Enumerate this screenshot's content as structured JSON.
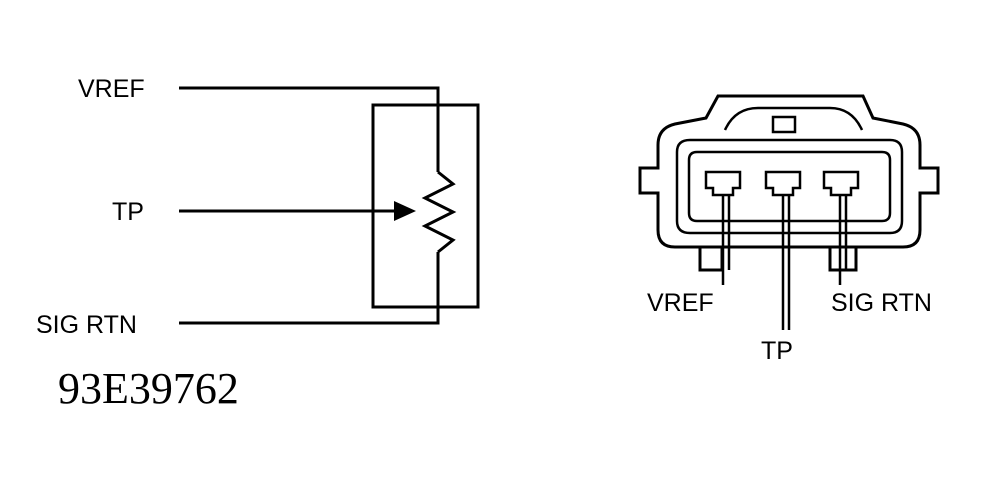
{
  "schematic": {
    "labels": {
      "vref": "VREF",
      "tp": "TP",
      "sig_rtn": "SIG RTN"
    }
  },
  "connector": {
    "labels": {
      "vref": "VREF",
      "tp": "TP",
      "sig_rtn": "SIG RTN"
    }
  },
  "figure_code": "93E39762"
}
